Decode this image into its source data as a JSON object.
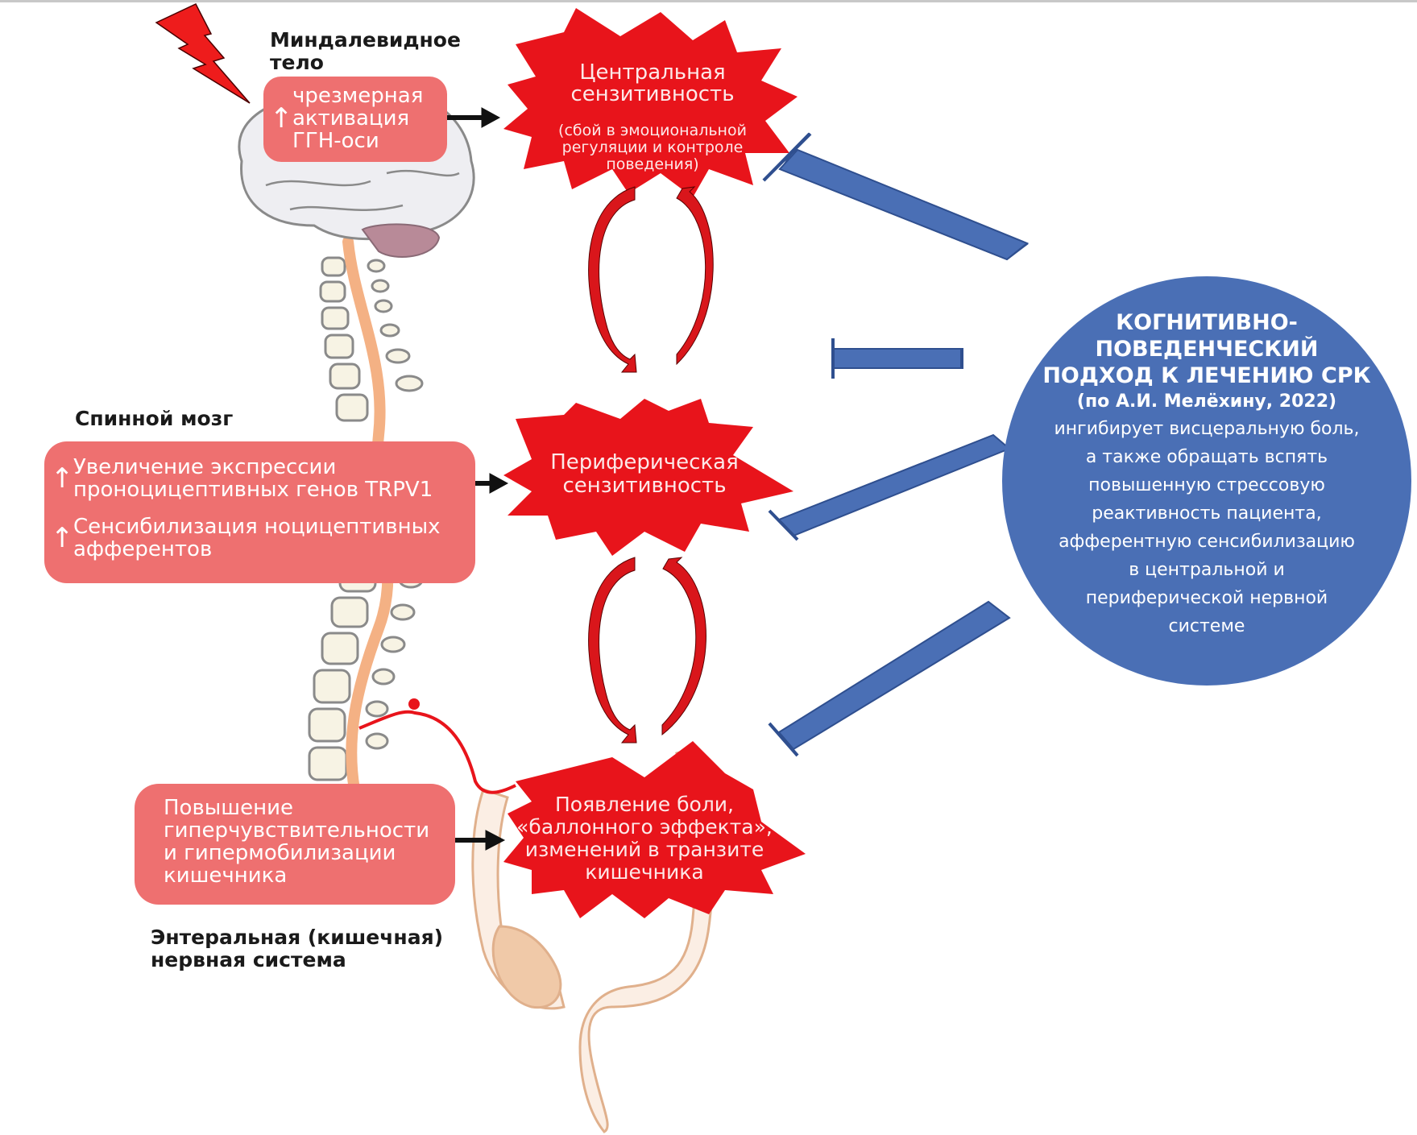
{
  "colors": {
    "pink_box": "#ee7070",
    "star_red": "#e8141b",
    "blue": "#4a6fb5",
    "spinal_cord": "#f4b184",
    "text_dark": "#1a1a1a"
  },
  "icons": {
    "stress": "lightning-bolt-icon",
    "increase": "up-arrow-icon",
    "cycle": "circular-arrows-icon",
    "inhibit": "inhibition-t-bar-icon",
    "flow": "right-arrow-icon"
  },
  "labels": {
    "amygdala": "Миндалевидное\nтело",
    "spinal": "Спинной мозг",
    "enteric": "Энтеральная (кишечная)\nнервная система"
  },
  "boxes": {
    "amygdala": {
      "arrow": "↑",
      "text": "чрезмерная\nактивация\nГГН-оси"
    },
    "spinal": [
      {
        "arrow": "↑",
        "text": "Увеличение экспрессии\nпроноцицептивных генов TRPV1"
      },
      {
        "arrow": "↑",
        "text": "Сенсибилизация ноцицептивных\nафферентов"
      }
    ],
    "gut": {
      "text": "Повышение\nгиперчувствительности\nи гипермобилизации\nкишечника"
    }
  },
  "stars": {
    "central": {
      "title": "Центральная\nсензитивность",
      "subtitle": "(сбой в эмоциональной\nрегуляции и контроле\nповедения)"
    },
    "peripheral": {
      "title": "Периферическая\nсензитивность"
    },
    "gut": {
      "title": "Появление боли,\n«баллонного эффекта»,\nизменений в транзите\nкишечника"
    }
  },
  "therapy": {
    "title": "КОГНИТИВНО-\nПОВЕДЕНЧЕСКИЙ\nПОДХОД К ЛЕЧЕНИЮ СРК",
    "author": "(по А.И. Мелёхину, 2022)",
    "body": "ингибирует висцеральную боль,\nа также обращать вспять\nповышенную стрессовую\nреактивность пациента,\nафферентную сенсибилизацию\nв центральной и\nпериферической нервной\nсистеме"
  }
}
